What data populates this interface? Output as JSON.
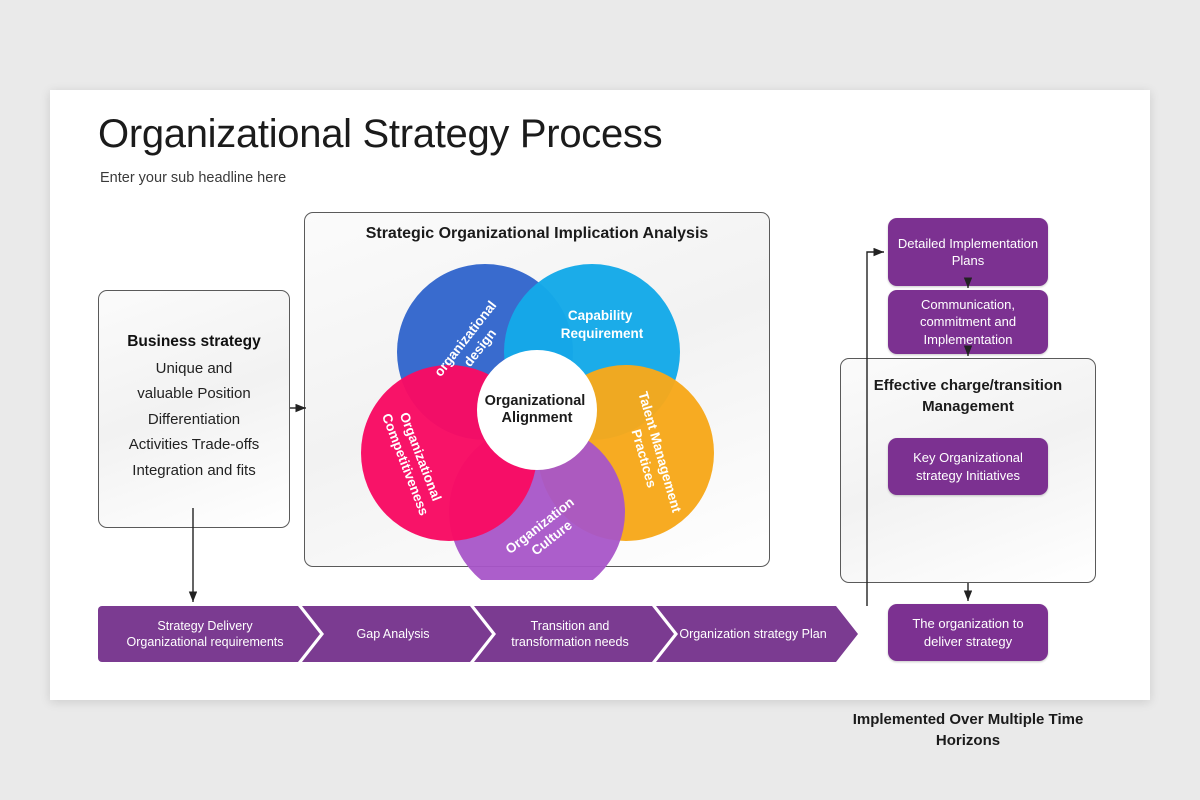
{
  "header": {
    "title": "Organizational Strategy Process",
    "subtitle": "Enter your sub headline here"
  },
  "business_strategy": {
    "heading": "Business strategy",
    "lines": [
      "Unique and",
      "valuable Position",
      "Differentiation",
      "Activities Trade-offs",
      "Integration and fits"
    ]
  },
  "center_panel": {
    "title": "Strategic Organizational Implication Analysis",
    "center_label_line1": "Organizational",
    "center_label_line2": "Alignment",
    "petals": [
      {
        "id": "organizational-design",
        "line1": "organizational",
        "line2": "design",
        "color": "#3366CC"
      },
      {
        "id": "capability-requirement",
        "line1": "Capability",
        "line2": "Requirement",
        "color": "#14A9E8"
      },
      {
        "id": "talent-management-practices",
        "line1": "Talent Management",
        "line2": "Practices",
        "color": "#F7A81B"
      },
      {
        "id": "organization-culture",
        "line1": "Organization",
        "line2": "Culture",
        "color": "#A855C8"
      },
      {
        "id": "organizational-competitiveness",
        "line1": "Organizational",
        "line2": "Competitiveness",
        "color": "#F80B63"
      }
    ]
  },
  "right_column": {
    "detailed_plans": "Detailed Implementation Plans",
    "communication": "Communication, commitment and Implementation",
    "effective_title": "Effective charge/transition Management",
    "key_initiatives": "Key Organizational strategy Initiatives",
    "implemented_over": "Implemented Over Multiple Time Horizons",
    "deliver_strategy": "The organization to deliver strategy"
  },
  "chevrons": [
    {
      "id": "strategy-delivery",
      "label": "Strategy Delivery Organizational requirements"
    },
    {
      "id": "gap-analysis",
      "label": "Gap Analysis"
    },
    {
      "id": "transition-needs",
      "label": "Transition and transformation needs"
    },
    {
      "id": "organization-strategy-plan",
      "label": "Organization strategy Plan"
    }
  ],
  "colors": {
    "slide_bg": "#ffffff",
    "page_bg": "#eaeaea",
    "box_purple": "#7C3191",
    "chevron_purple": "#7B3B91",
    "connector": "#222222"
  }
}
